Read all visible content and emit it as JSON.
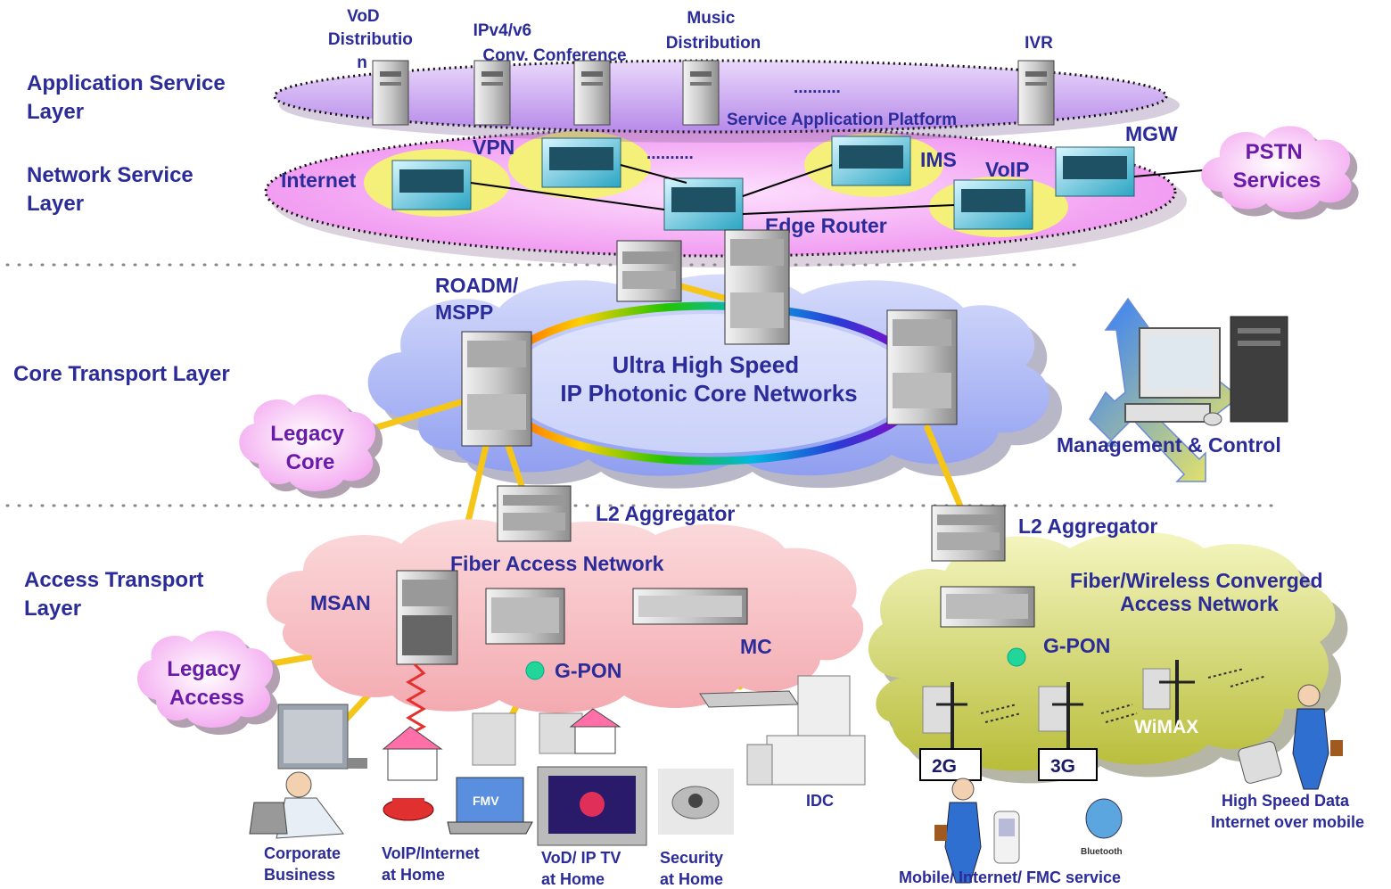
{
  "layers": {
    "application_service": [
      "Application Service",
      "Layer"
    ],
    "network_service": [
      "Network Service",
      "Layer"
    ],
    "core_transport": "Core Transport Layer",
    "access_transport": [
      "Access Transport",
      "Layer"
    ]
  },
  "application_servers": {
    "vod": [
      "VoD",
      "Distributio",
      "n"
    ],
    "ipv4v6": [
      "IPv4/v6",
      "Conv. Conference"
    ],
    "music": [
      "Music",
      "Distribution"
    ],
    "ivr": "IVR",
    "ellipsis": "..........",
    "platform": "Service Application Platform"
  },
  "network_services": {
    "internet": "Internet",
    "vpn": "VPN",
    "ims": "IMS",
    "voip": "VoIP",
    "mgw": "MGW",
    "edge_router": "Edge Router",
    "pstn": [
      "PSTN",
      "Services"
    ],
    "ellipsis": ".........."
  },
  "core": {
    "roadm": [
      "ROADM/",
      "MSPP"
    ],
    "title": [
      "Ultra High Speed",
      "IP Photonic Core Networks"
    ],
    "legacy_core": [
      "Legacy",
      "Core"
    ],
    "management": "Management & Control"
  },
  "access_left": {
    "l2_aggregator": "L2 Aggregator",
    "fiber_access": "Fiber Access Network",
    "msan": "MSAN",
    "mc": "MC",
    "gpon": "G-PON",
    "legacy_access": [
      "Legacy",
      "Access"
    ],
    "idc": "IDC"
  },
  "access_right": {
    "l2_aggregator": "L2 Aggregator",
    "converged": [
      "Fiber/Wireless Converged",
      "Access Network"
    ],
    "gpon": "G-PON",
    "tower_2g": "2G",
    "tower_3g": "3G",
    "wimax": "WiMAX"
  },
  "endpoints": {
    "corporate": [
      "Corporate",
      "Business"
    ],
    "voip_home": [
      "VoIP/Internet",
      "at Home"
    ],
    "vod_home": [
      "VoD/ IP TV",
      "at Home"
    ],
    "security_home": [
      "Security",
      "at Home"
    ],
    "mobile": "Mobile/ Internet/ FMC service",
    "high_speed": [
      "High Speed Data",
      "Internet over mobile"
    ],
    "pc_screen": "FMV",
    "bluetooth": "Bluetooth"
  },
  "colors": {
    "label_blue": "#2b2b99",
    "label_purple": "#6a1aa8",
    "fiber_yellow": "#f5c518",
    "app_layer": "#c9a4f2",
    "net_layer": "#f4a8f4",
    "core_cloud": "#aab6f4",
    "access_cloud": "#f7c2c6",
    "converged_cloud": "#d6d96a",
    "gpon_node": "#22d69a"
  }
}
